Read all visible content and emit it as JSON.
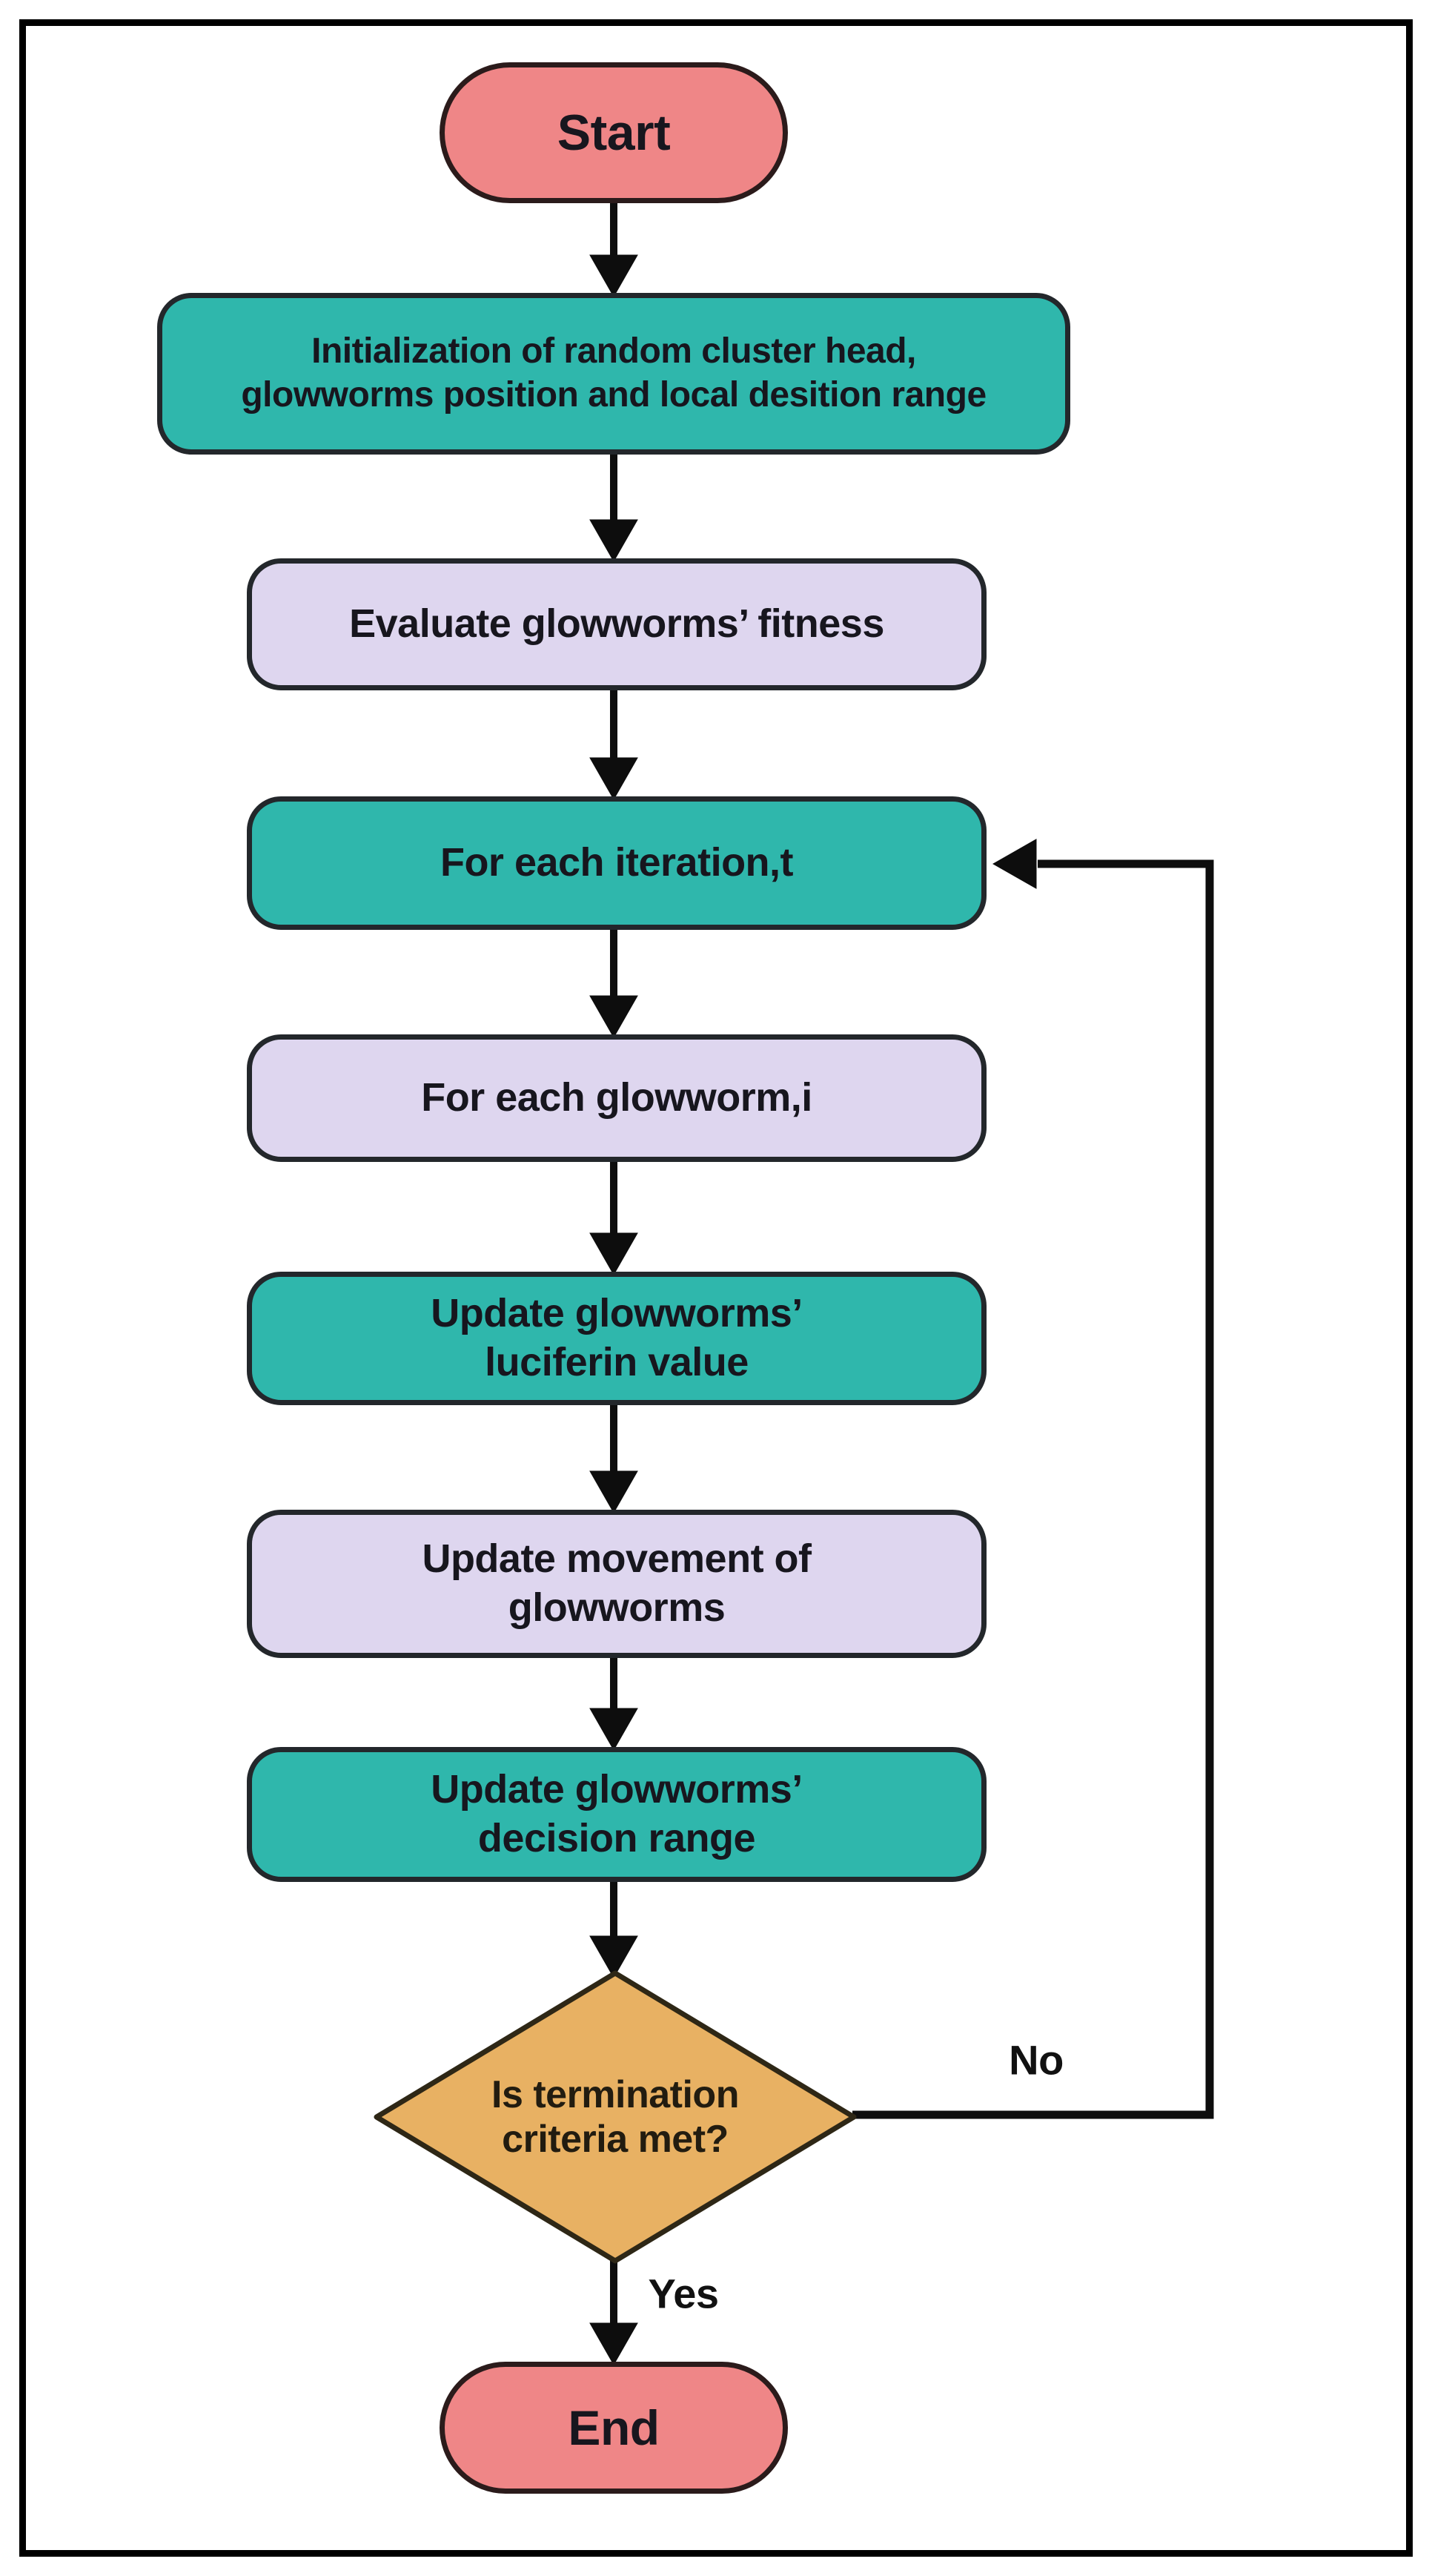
{
  "diagram": {
    "type": "flowchart",
    "nodes": [
      {
        "id": "start",
        "shape": "terminator",
        "fill": "#ef8687",
        "label": "Start"
      },
      {
        "id": "init",
        "shape": "process",
        "fill": "#2fb7ac",
        "label": "Initialization of random cluster head,\nglowworms position and local desition range"
      },
      {
        "id": "evaluate",
        "shape": "process",
        "fill": "#ded6ef",
        "label": "Evaluate glowworms’ fitness"
      },
      {
        "id": "iteration",
        "shape": "process",
        "fill": "#2fb7ac",
        "label": "For each iteration,t"
      },
      {
        "id": "glowworm",
        "shape": "process",
        "fill": "#ded6ef",
        "label": "For each glowworm,i"
      },
      {
        "id": "luciferin",
        "shape": "process",
        "fill": "#2fb7ac",
        "label": "Update glowworms’\nluciferin value"
      },
      {
        "id": "movement",
        "shape": "process",
        "fill": "#ded6ef",
        "label": "Update movement of\nglowworms"
      },
      {
        "id": "decision_range",
        "shape": "process",
        "fill": "#2fb7ac",
        "label": "Update glowworms’\ndecision range"
      },
      {
        "id": "termination",
        "shape": "decision",
        "fill": "#e8b163",
        "label": "Is termination\ncriteria met?"
      },
      {
        "id": "end",
        "shape": "terminator",
        "fill": "#ef8687",
        "label": "End"
      }
    ],
    "edges": [
      {
        "from": "start",
        "to": "init",
        "label": ""
      },
      {
        "from": "init",
        "to": "evaluate",
        "label": ""
      },
      {
        "from": "evaluate",
        "to": "iteration",
        "label": ""
      },
      {
        "from": "iteration",
        "to": "glowworm",
        "label": ""
      },
      {
        "from": "glowworm",
        "to": "luciferin",
        "label": ""
      },
      {
        "from": "luciferin",
        "to": "movement",
        "label": ""
      },
      {
        "from": "movement",
        "to": "decision_range",
        "label": ""
      },
      {
        "from": "decision_range",
        "to": "termination",
        "label": ""
      },
      {
        "from": "termination",
        "to": "end",
        "label": "Yes"
      },
      {
        "from": "termination",
        "to": "iteration",
        "label": "No"
      }
    ],
    "colors": {
      "teal": "#2fb7ac",
      "lavender": "#ded6ef",
      "salmon": "#ef8687",
      "amber": "#e8b163",
      "line": "#0d0d0d",
      "text": "#17161e",
      "frame": "#000000",
      "background": "#ffffff"
    }
  }
}
